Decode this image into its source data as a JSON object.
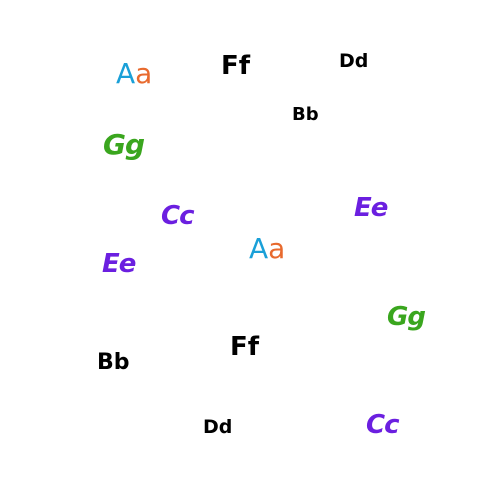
{
  "colors": {
    "background": "#ffffff",
    "black": "#000000",
    "purple": "#6b1fe0",
    "green": "#3aa61e",
    "blue": "#1aa0d8",
    "orange": "#e86a2e"
  },
  "cards": [
    {
      "id": "aa-1",
      "upper": "A",
      "lower": "a",
      "style": "round",
      "upper_color": "#1aa0d8",
      "lower_color": "#e86a2e"
    },
    {
      "id": "ff-1",
      "upper": "F",
      "lower": "f",
      "style": "bold",
      "upper_color": "#000000",
      "lower_color": "#000000"
    },
    {
      "id": "dd-1",
      "upper": "D",
      "lower": "d",
      "style": "bold",
      "upper_color": "#000000",
      "lower_color": "#000000"
    },
    {
      "id": "bb-1",
      "upper": "B",
      "lower": "b",
      "style": "bold",
      "upper_color": "#000000",
      "lower_color": "#000000"
    },
    {
      "id": "gg-1",
      "upper": "G",
      "lower": "g",
      "style": "marker",
      "upper_color": "#3aa61e",
      "lower_color": "#3aa61e"
    },
    {
      "id": "cc-1",
      "upper": "C",
      "lower": "c",
      "style": "marker",
      "upper_color": "#6b1fe0",
      "lower_color": "#6b1fe0"
    },
    {
      "id": "ee-1",
      "upper": "E",
      "lower": "e",
      "style": "marker",
      "upper_color": "#6b1fe0",
      "lower_color": "#6b1fe0"
    },
    {
      "id": "aa-2",
      "upper": "A",
      "lower": "a",
      "style": "round",
      "upper_color": "#1aa0d8",
      "lower_color": "#e86a2e"
    },
    {
      "id": "ee-2",
      "upper": "E",
      "lower": "e",
      "style": "marker",
      "upper_color": "#6b1fe0",
      "lower_color": "#6b1fe0"
    },
    {
      "id": "gg-2",
      "upper": "G",
      "lower": "g",
      "style": "marker",
      "upper_color": "#3aa61e",
      "lower_color": "#3aa61e"
    },
    {
      "id": "ff-2",
      "upper": "F",
      "lower": "f",
      "style": "bold",
      "upper_color": "#000000",
      "lower_color": "#000000"
    },
    {
      "id": "bb-2",
      "upper": "B",
      "lower": "b",
      "style": "bold",
      "upper_color": "#000000",
      "lower_color": "#000000"
    },
    {
      "id": "dd-2",
      "upper": "D",
      "lower": "d",
      "style": "bold",
      "upper_color": "#000000",
      "lower_color": "#000000"
    },
    {
      "id": "cc-2",
      "upper": "C",
      "lower": "c",
      "style": "marker",
      "upper_color": "#6b1fe0",
      "lower_color": "#6b1fe0"
    }
  ]
}
